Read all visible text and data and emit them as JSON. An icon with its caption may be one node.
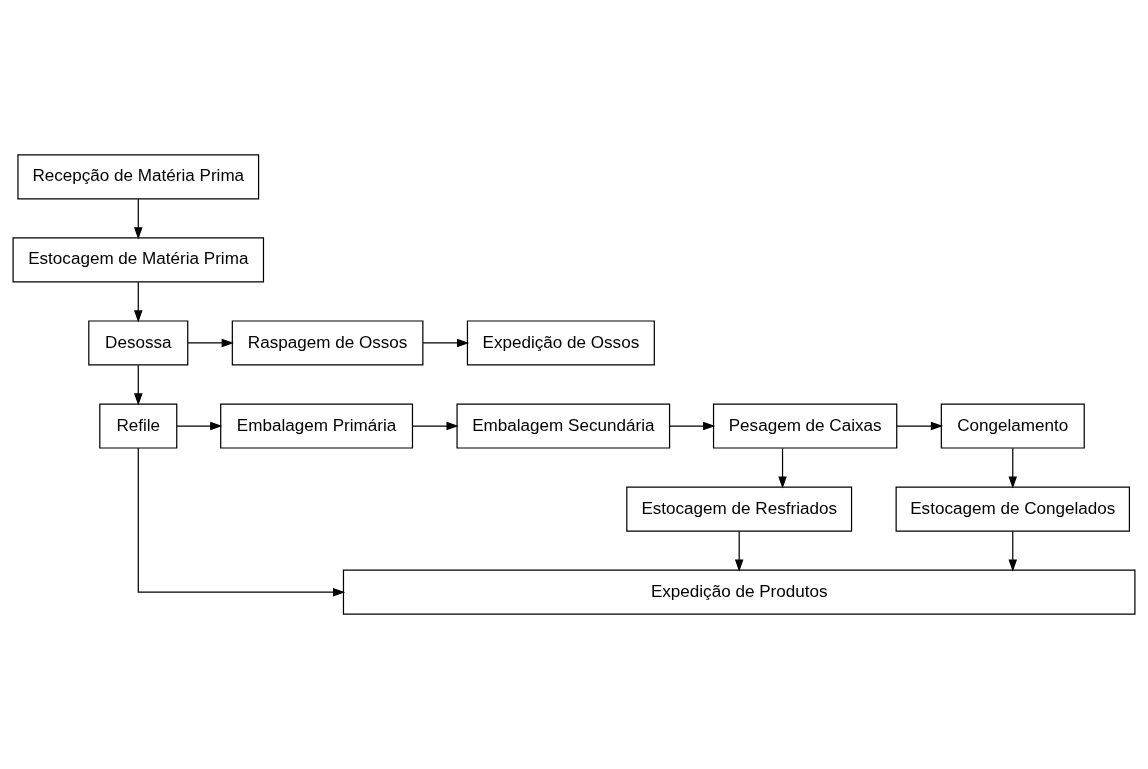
{
  "diagram": {
    "nodes": [
      {
        "text": [
          "Recepção de Matéria Prima"
        ]
      },
      {
        "text": [
          "Estocagem de Matéria Prima"
        ]
      },
      {
        "text": [
          "Desossa"
        ]
      },
      {
        "text": [
          "Raspagem de Ossos"
        ]
      },
      {
        "text": [
          "Expedição de Ossos"
        ]
      },
      {
        "text": [
          "Refile"
        ]
      },
      {
        "text": [
          "Embalagem Primária"
        ]
      },
      {
        "text": [
          "Embalagem Secundária"
        ]
      },
      {
        "text": [
          "Pesagem de Caixas"
        ]
      },
      {
        "text": [
          "Congelamento"
        ]
      },
      {
        "text": [
          "Estocagem de Resfriados"
        ]
      },
      {
        "text": [
          "Estocagem de Congelados"
        ]
      },
      {
        "text": [
          "Expedição de Produtos"
        ]
      }
    ],
    "edges": [
      {
        "from": 0,
        "to": 1,
        "arrow": "to"
      },
      {
        "from": 1,
        "to": 2,
        "arrow": "to"
      },
      {
        "from": 2,
        "to": 3,
        "arrow": "to"
      },
      {
        "from": 3,
        "to": 4,
        "arrow": "to"
      },
      {
        "from": 2,
        "to": 5,
        "arrow": "to"
      },
      {
        "from": 5,
        "to": 6,
        "arrow": "to"
      },
      {
        "from": 6,
        "to": 7,
        "arrow": "to"
      },
      {
        "from": 7,
        "to": 8,
        "arrow": "to"
      },
      {
        "from": 8,
        "to": 9,
        "arrow": "to"
      },
      {
        "from": 8,
        "to": 10,
        "arrow": "to"
      },
      {
        "from": 9,
        "to": 11,
        "arrow": "to"
      },
      {
        "from": 5,
        "to": 12,
        "arrow": "to"
      },
      {
        "from": 10,
        "to": 12,
        "arrow": "to"
      },
      {
        "from": 11,
        "to": 12,
        "arrow": "to"
      }
    ]
  }
}
